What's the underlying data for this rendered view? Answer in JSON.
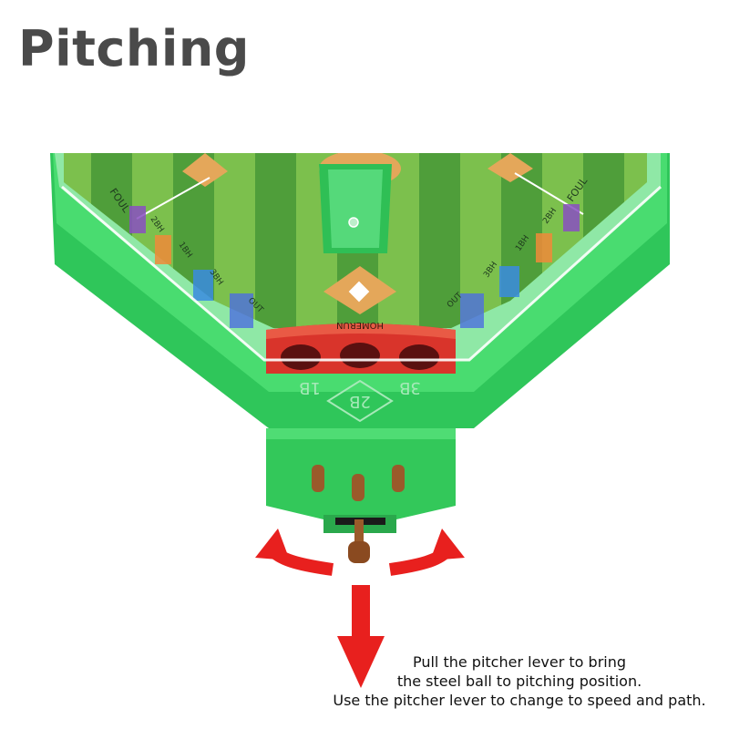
{
  "heading": "Pitching",
  "board": {
    "left_slots": [
      "FOUL",
      "2BH",
      "1BH",
      "3BH",
      "OUT"
    ],
    "right_slots": [
      "OUT",
      "3BH",
      "1BH",
      "2BH",
      "FOUL"
    ],
    "homerun": "HOMERUN",
    "bases": [
      "1B",
      "2B",
      "3B"
    ]
  },
  "caption": [
    "Pull the pitcher lever to bring",
    "the steel ball to pitching position.",
    "Use the pitcher lever to change to speed and path."
  ],
  "colors": {
    "arrow": "#e8201e",
    "board_green": "#3dd46a",
    "field_dark": "#4f9e3a",
    "field_light": "#7cc04d",
    "homerun_red": "#d9342b",
    "lever_brown": "#9a5a2a"
  }
}
